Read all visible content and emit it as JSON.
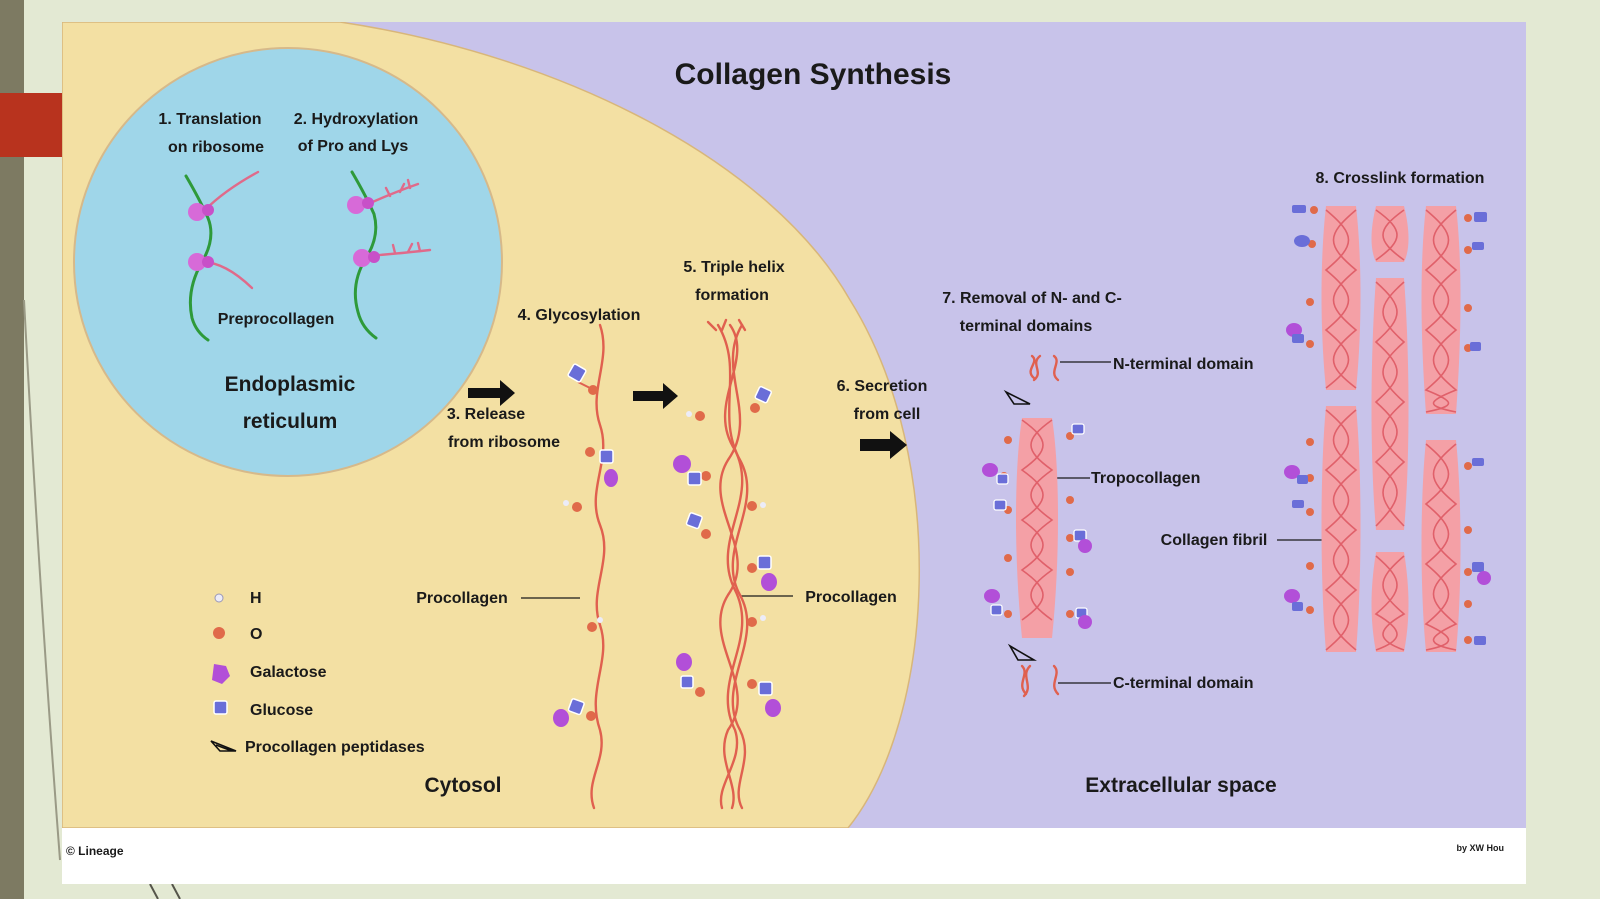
{
  "title": "Collagen Synthesis",
  "steps": {
    "s1a": "1. Translation",
    "s1b": "on ribosome",
    "s2a": "2. Hydroxylation",
    "s2b": "of Pro and Lys",
    "s3a": "3. Release",
    "s3b": "from ribosome",
    "s4": "4. Glycosylation",
    "s5a": "5. Triple helix",
    "s5b": "formation",
    "s6a": "6. Secretion",
    "s6b": "from cell",
    "s7a": "7. Removal of N- and C-",
    "s7b": "terminal domains",
    "s8": "8. Crosslink formation"
  },
  "regions": {
    "er_a": "Endoplasmic",
    "er_b": "reticulum",
    "cytosol": "Cytosol",
    "extracellular": "Extracellular space"
  },
  "labels": {
    "preprocollagen": "Preprocollagen",
    "procollagen_left": "Procollagen",
    "procollagen_right": "Procollagen",
    "n_terminal": "N-terminal domain",
    "tropocollagen": "Tropocollagen",
    "c_terminal": "C-terminal domain",
    "fibril": "Collagen fibril"
  },
  "legend": [
    {
      "label": "H",
      "icon": "hydrogen-icon"
    },
    {
      "label": "O",
      "icon": "oxygen-icon"
    },
    {
      "label": "Galactose",
      "icon": "galactose-icon"
    },
    {
      "label": "Glucose",
      "icon": "glucose-icon"
    },
    {
      "label": "Procollagen peptidases",
      "icon": "peptidase-icon"
    }
  ],
  "footer": {
    "left": "© Lineage",
    "right": "by XW Hou"
  },
  "colors": {
    "cytosol": "#f3e0a3",
    "extracellular": "#c8c3ea",
    "er": "#9fd6e9",
    "chain": "#e0604f",
    "oxygen": "#e06a4a",
    "galactose": "#b24fd8",
    "glucose": "#6a6ed8",
    "fibril": "#f4a0a6"
  }
}
